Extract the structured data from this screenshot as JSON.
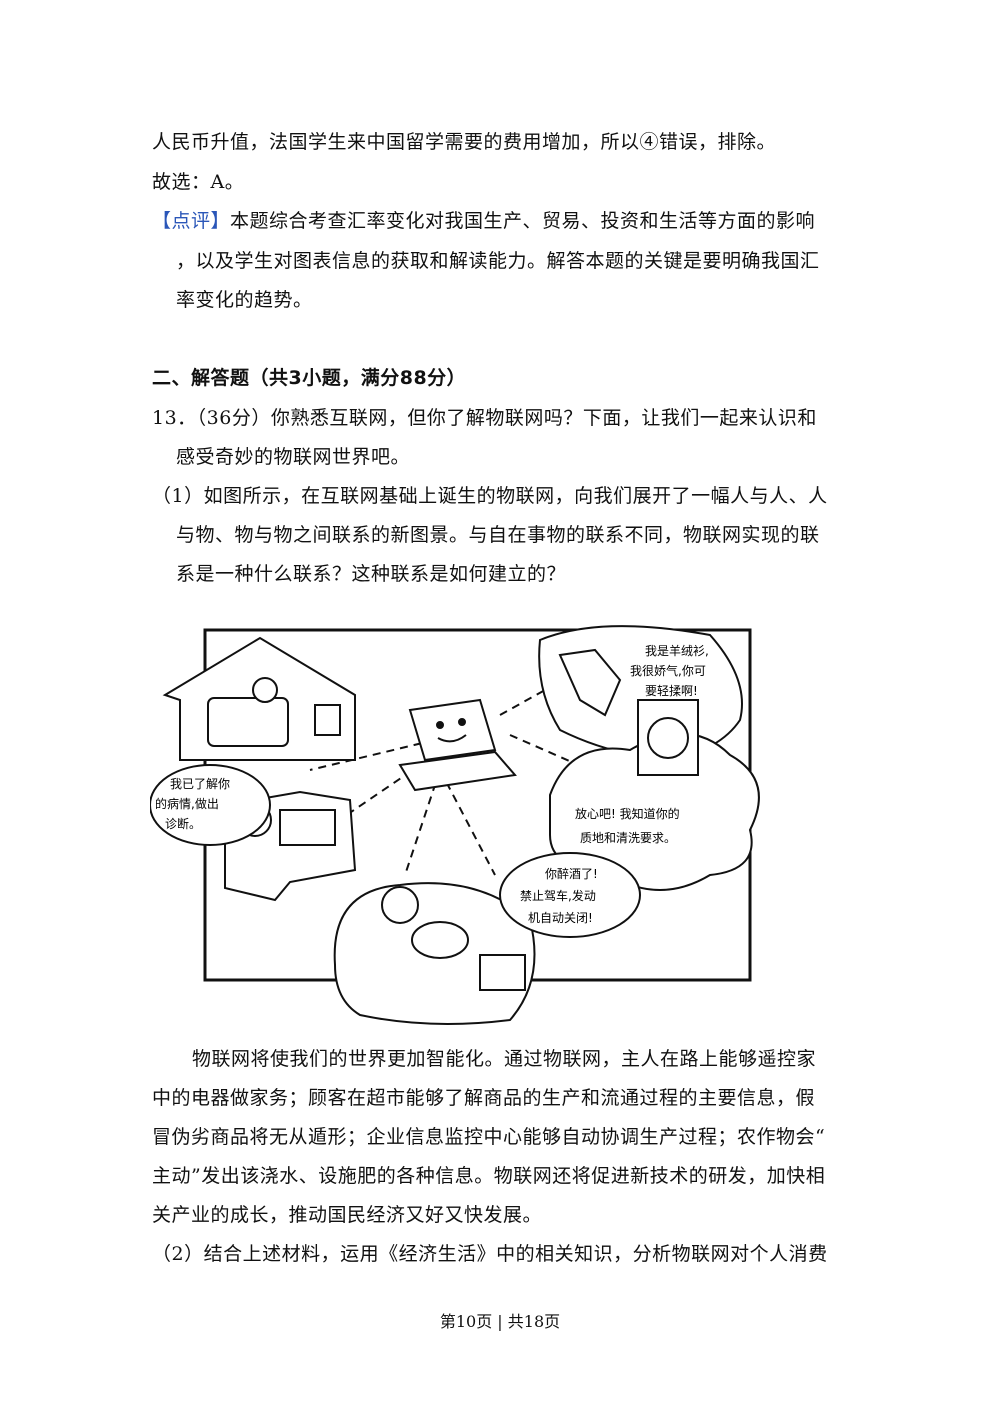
{
  "top_text": {
    "line1": "人民币升值，法国学生来中国留学需要的费用增加，所以④错误，排除。",
    "line2": "故选：A。",
    "review_tag": "【点评】",
    "review_line1": "本题综合考查汇率变化对我国生产、贸易、投资和生活等方面的影响",
    "review_line2": "，以及学生对图表信息的获取和解读能力。解答本题的关键是要明确我国汇",
    "review_line3": "率变化的趋势。"
  },
  "section": {
    "heading": "二、解答题（共3小题，满分88分）"
  },
  "question13": {
    "line1": "13．（36分）你熟悉互联网，但你了解物联网吗？下面，让我们一起来认识和",
    "line2": "感受奇妙的物联网世界吧。",
    "part1_line1": "（1）如图所示，在互联网基础上诞生的物联网，向我们展开了一幅人与人、人",
    "part1_line2": "与物、物与物之间联系的新图景。与自在事物的联系不同，物联网实现的联",
    "part1_line3": "系是一种什么联系？这种联系是如何建立的？"
  },
  "figure": {
    "bubble_sweater": [
      "我是羊绒衫,",
      "我很娇气,你可",
      "要轻揉啊!"
    ],
    "bubble_washer": [
      "放心吧! 我知道你的",
      "质地和清洗要求。"
    ],
    "bubble_doctor": [
      "我已了解你",
      "的病情,做出",
      "诊断。"
    ],
    "bubble_car": [
      "你醉酒了!",
      "禁止驾车,发动",
      "机自动关闭!"
    ]
  },
  "material": {
    "line1": "物联网将使我们的世界更加智能化。通过物联网，主人在路上能够遥控家",
    "line2": "中的电器做家务；顾客在超市能够了解商品的生产和流通过程的主要信息，假",
    "line3": "冒伪劣商品将无从遁形；企业信息监控中心能够自动协调生产过程；农作物会“",
    "line4": "主动”发出该浇水、设施肥的各种信息。物联网还将促进新技术的研发，加快相",
    "line5": "关产业的成长，推动国民经济又好又快发展。"
  },
  "part2": {
    "line1": "（2）结合上述材料，运用《经济生活》中的相关知识，分析物联网对个人消费"
  },
  "footer": {
    "page": "第10页 | 共18页"
  }
}
